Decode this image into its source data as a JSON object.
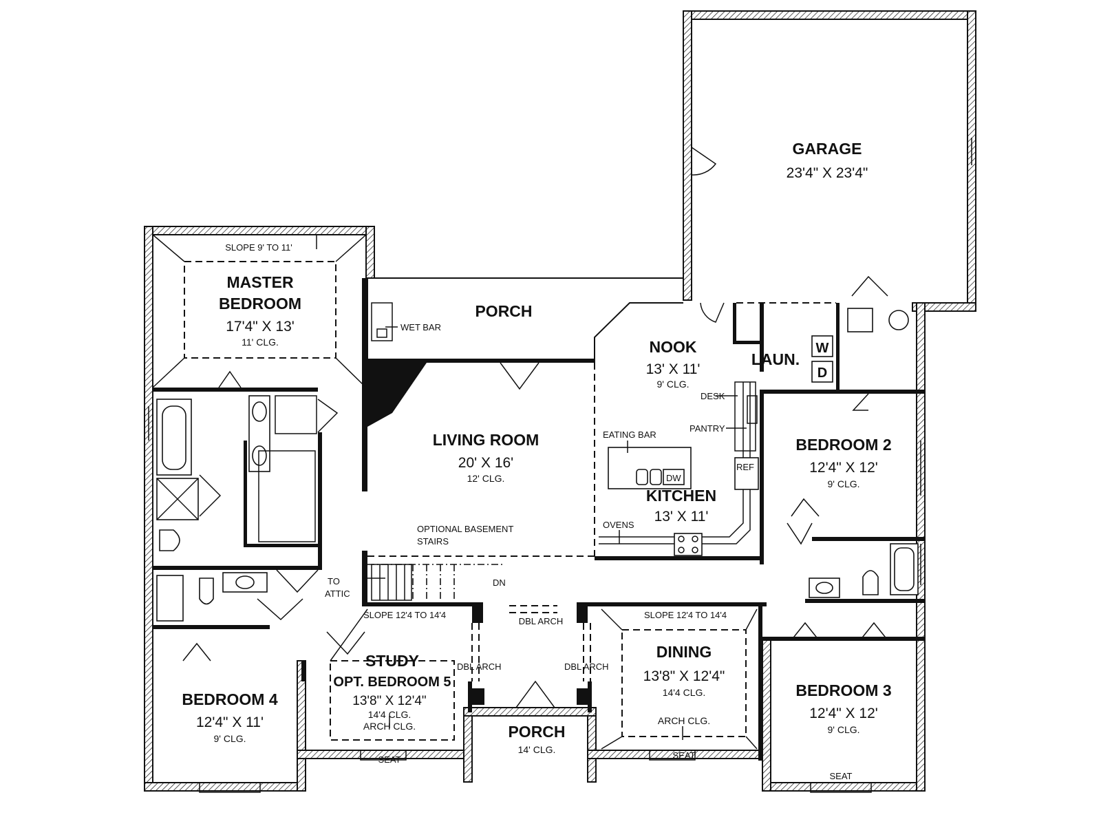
{
  "rooms": {
    "garage": {
      "name": "GARAGE",
      "dims": "23'4\" X 23'4\""
    },
    "master": {
      "name1": "MASTER",
      "name2": "BEDROOM",
      "dims": "17'4\" X 13'",
      "ceiling": "11' CLG.",
      "slope": "SLOPE 9' TO 11'"
    },
    "porch_rear": {
      "name": "PORCH",
      "wetbar": "WET BAR"
    },
    "nook": {
      "name": "NOOK",
      "dims": "13' X 11'",
      "ceiling": "9' CLG."
    },
    "laundry": {
      "name": "LAUN.",
      "washer": "W",
      "dryer": "D"
    },
    "living": {
      "name": "LIVING ROOM",
      "dims": "20' X 16'",
      "ceiling": "12' CLG."
    },
    "kitchen": {
      "name": "KITCHEN",
      "dims": "13' X 11'",
      "desk": "DESK",
      "pantry": "PANTRY",
      "eating_bar": "EATING BAR",
      "ref": "REF",
      "dw": "DW",
      "ovens": "OVENS"
    },
    "bedroom2": {
      "name": "BEDROOM 2",
      "dims": "12'4\" X 12'",
      "ceiling": "9' CLG."
    },
    "stairs": {
      "line1": "OPTIONAL BASEMENT",
      "line2": "STAIRS",
      "to_line1": "TO",
      "to_line2": "ATTIC",
      "dn": "DN"
    },
    "study": {
      "name": "STUDY",
      "alt": "OPT. BEDROOM 5",
      "dims": "13'8\" X 12'4\"",
      "ceiling": "14'4 CLG.",
      "arch": "ARCH CLG.",
      "slope": "SLOPE 12'4 TO 14'4",
      "seat": "SEAT",
      "dbl_arch": "DBL ARCH"
    },
    "foyer": {
      "dbl_arch": "DBL ARCH"
    },
    "dining": {
      "name": "DINING",
      "dims": "13'8\" X 12'4\"",
      "ceiling": "14'4 CLG.",
      "arch": "ARCH CLG.",
      "slope": "SLOPE 12'4 TO 14'4",
      "seat": "SEAT",
      "dbl_arch": "DBL ARCH"
    },
    "bedroom4": {
      "name": "BEDROOM 4",
      "dims": "12'4\" X 11'",
      "ceiling": "9' CLG."
    },
    "porch_front": {
      "name": "PORCH",
      "ceiling": "14' CLG."
    },
    "bedroom3": {
      "name": "BEDROOM 3",
      "dims": "12'4\" X 12'",
      "ceiling": "9' CLG.",
      "seat": "SEAT"
    }
  }
}
